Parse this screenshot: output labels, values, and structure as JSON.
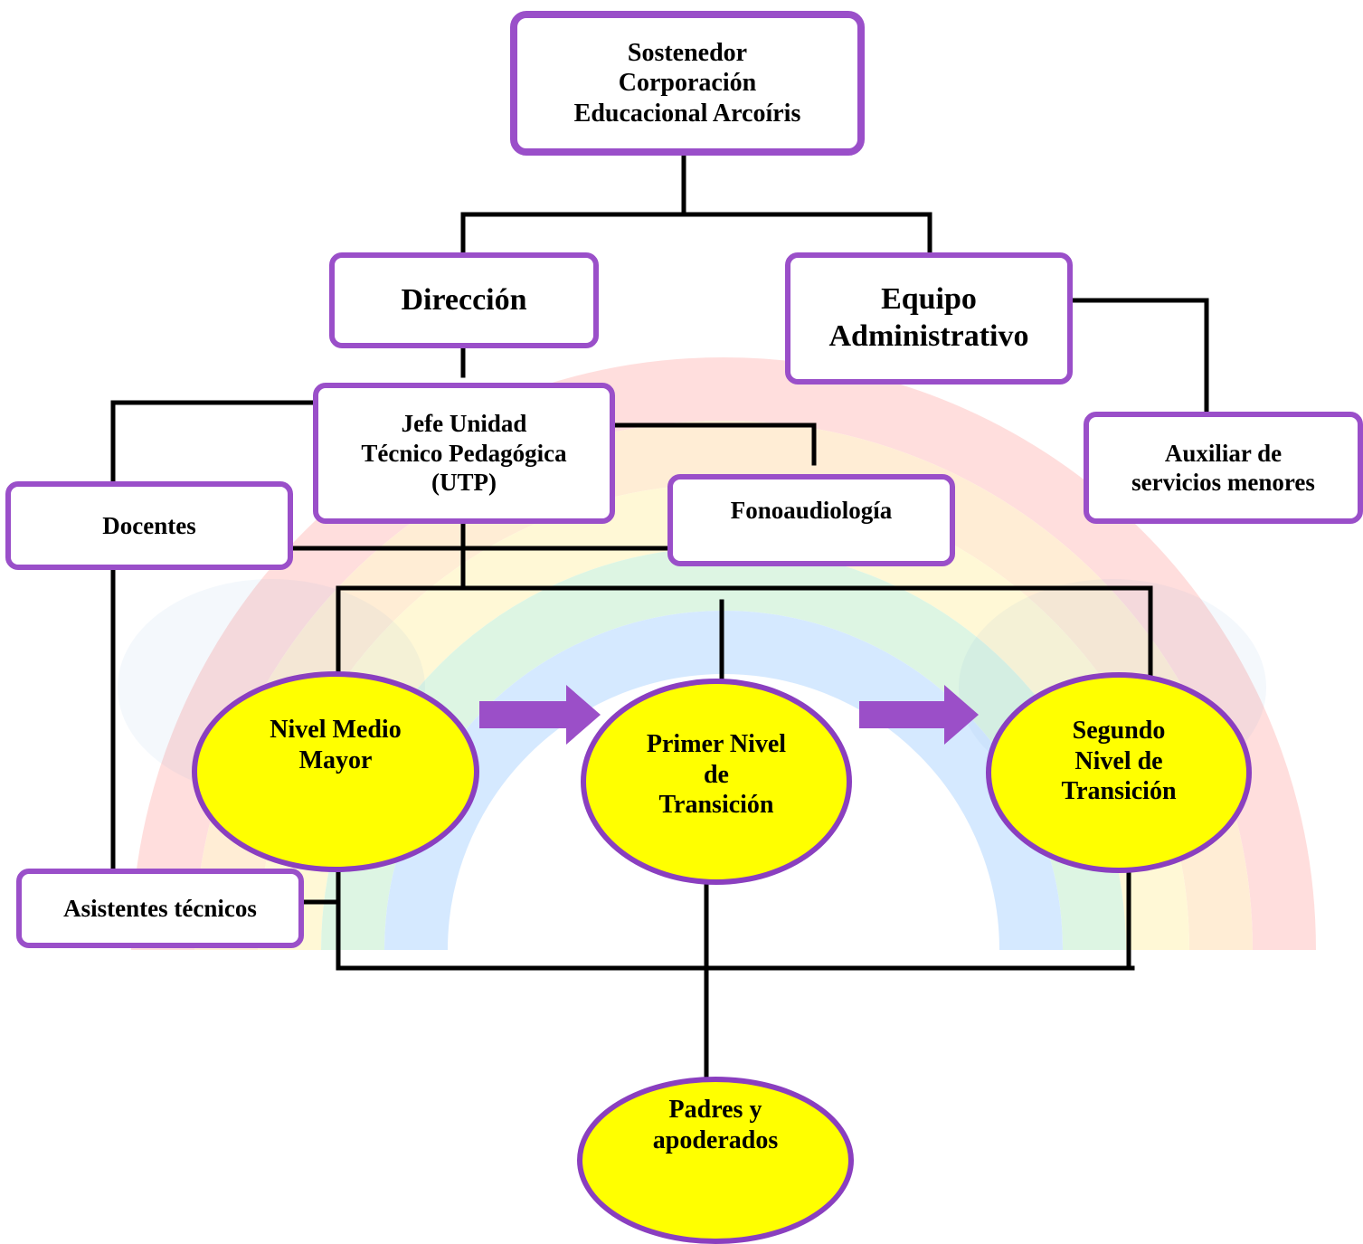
{
  "nodes": {
    "sostenedor": "Sostenedor\nCorporación\nEducacional Arcoíris",
    "direccion": "Dirección",
    "equipo_administrativo": "Equipo\nAdministrativo",
    "jefe_utp": "Jefe Unidad\nTécnico Pedagógica\n(UTP)",
    "auxiliar": "Auxiliar de\nservicios menores",
    "docentes": "Docentes",
    "fonoaudiologia": "Fonoaudiología",
    "asistentes": "Asistentes técnicos",
    "nivel_medio_mayor": "Nivel Medio\nMayor",
    "primer_nivel": "Primer Nivel\nde\nTransición",
    "segundo_nivel": "Segundo\nNivel de\nTransición",
    "padres": "Padres y\napoderados"
  },
  "colors": {
    "box_border": "#9a4fc9",
    "oval_fill": "#ffff00",
    "oval_border": "#8a3fbf",
    "arrow": "#9b4fc8",
    "line": "#000000"
  }
}
